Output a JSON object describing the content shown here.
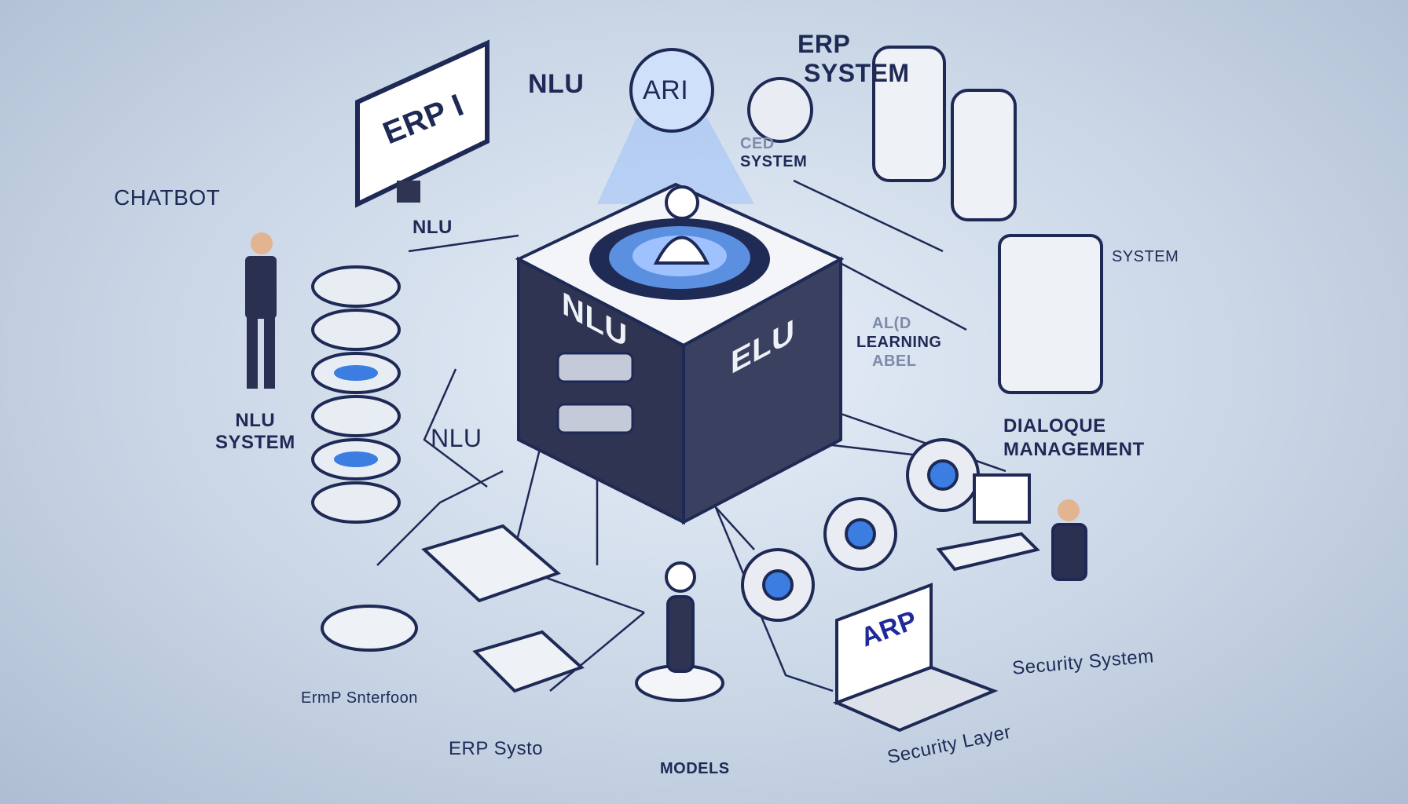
{
  "colors": {
    "background": "#c9d6e6",
    "navy": "#2a3050",
    "accent_blue": "#3b7de0",
    "outline": "#1e2a55",
    "light": "#f2f4f8"
  },
  "labels": {
    "chatbot": "CHATBOT",
    "monitor": "ERP I",
    "nlu_tag": "NLU",
    "ari": "ARI",
    "erp_system_line1": "ERP",
    "erp_system_line2": "SYSTEM",
    "ced_system_line1": "CED",
    "ced_system_line2": "SYSTEM",
    "nlu_top": "NLU",
    "system_right": "SYSTEM",
    "cube_left": "NLU",
    "cube_right": "ELU",
    "al_line1": "AL(D",
    "al_line2": "LEARNING",
    "al_line3": "ABEL",
    "nlu_system_line1": "NLU",
    "nlu_system_line2": "SYSTEM",
    "nlu_mid": "NLU",
    "dialogue_line1": "DIALOQUE",
    "dialogue_line2": "MANAGEMENT",
    "laptop": "ARP",
    "security_system": "Security System",
    "erp_interface": "ErmP Snterfoon",
    "erp_systo": "ERP Systo",
    "models": "MODELS",
    "security_layer": "Security Layer"
  }
}
